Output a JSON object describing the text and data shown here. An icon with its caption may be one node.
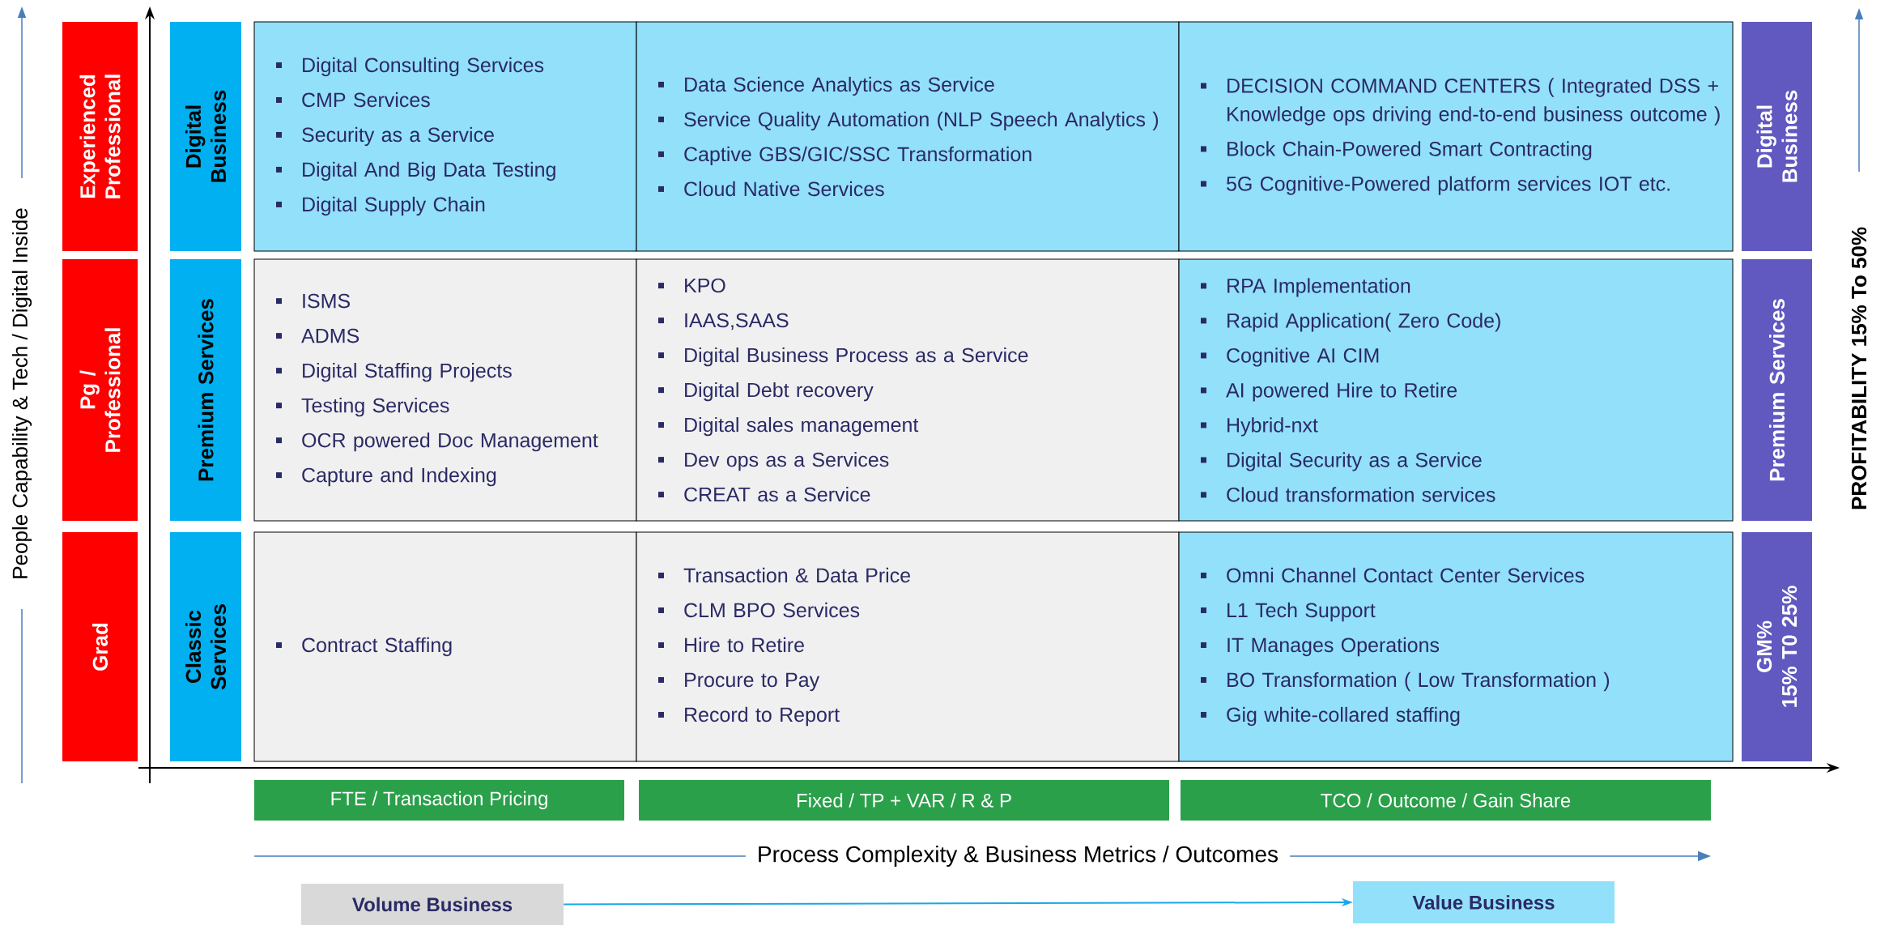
{
  "diagram": {
    "nodes": [
      {
        "text": [
          "Experienced Professional"
        ]
      },
      {
        "text": [
          "Digital Business"
        ]
      },
      {
        "text": [
          "Digital Consulting Services",
          "CMP Services",
          "Security as a Service",
          "Digital And Big Data Testing",
          "Digital Supply Chain"
        ]
      },
      {
        "text": [
          "Data Science Analytics as Service",
          "Service Quality Automation (NLP Speech Analytics )",
          "Captive GBS/GIC/SSC Transformation",
          "Cloud Native Services"
        ]
      },
      {
        "text": [
          "DECISION COMMAND CENTERS ( Integrated DSS + Knowledge ops driving end-to-end business outcome )",
          "Block Chain-Powered Smart Contracting",
          "5G Cognitive-Powered platform services IOT etc."
        ]
      },
      {
        "text": [
          "Digital Business"
        ]
      },
      {
        "text": [
          "Pg / Professional"
        ]
      },
      {
        "text": [
          "Premium Services"
        ]
      },
      {
        "text": [
          "ISMS",
          "ADMS",
          "Digital Staffing Projects",
          "Testing Services",
          "OCR powered Doc Management",
          "Capture and Indexing"
        ]
      },
      {
        "text": [
          "KPO",
          "IAAS,SAAS",
          "Digital Business Process as a Service",
          "Digital Debt recovery",
          "Digital sales management",
          "Dev ops as a Services",
          "CREAT as a Service"
        ]
      },
      {
        "text": [
          "RPA Implementation",
          "Rapid Application( Zero Code)",
          "Cognitive AI CIM",
          "AI powered Hire to Retire",
          "Hybrid-nxt",
          "Digital Security as a Service",
          "Cloud transformation services"
        ]
      },
      {
        "text": [
          "Premium Services"
        ]
      },
      {
        "text": [
          "Grad"
        ]
      },
      {
        "text": [
          "Classic Services"
        ]
      },
      {
        "text": [
          "Contract Staffing"
        ]
      },
      {
        "text": [
          "Transaction & Data  Price",
          "CLM BPO Services",
          "Hire to Retire",
          "Procure to Pay",
          "Record to Report"
        ]
      },
      {
        "text": [
          "Omni Channel Contact Center Services",
          "L1 Tech Support",
          "IT Manages Operations",
          "BO Transformation ( Low Transformation )",
          "Gig white-collared staffing"
        ]
      },
      {
        "text": [
          "GM%",
          "15%  T0 25%"
        ]
      },
      {
        "text": [
          "FTE / Transaction Pricing"
        ]
      },
      {
        "text": [
          "Fixed / TP + VAR / R & P"
        ]
      },
      {
        "text": [
          "TCO / Outcome / Gain Share"
        ]
      },
      {
        "text": [
          "Volume Business"
        ]
      },
      {
        "text": [
          "Value Business"
        ]
      }
    ],
    "edges": [
      {
        "from": 21,
        "to": 22,
        "arrow": "to",
        "color": "#1aa7e8"
      }
    ],
    "labels": [
      "People Capability  & Tech / Digital Inside",
      "PROFITABILITY 15% To 50%",
      "Process Complexity & Business Metrics / Outcomes"
    ]
  }
}
